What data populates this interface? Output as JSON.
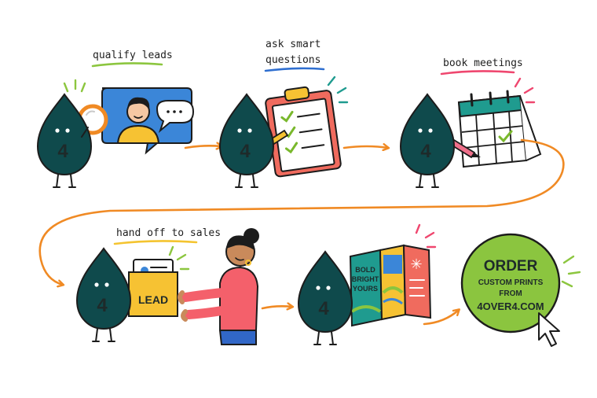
{
  "steps": [
    {
      "label": "qualify leads",
      "underline_color": "#8cc63f"
    },
    {
      "label_line1": "ask smart",
      "label_line2": "questions",
      "underline_color": "#2f6fd0"
    },
    {
      "label": "book meetings",
      "underline_color": "#ef476f"
    },
    {
      "label": "hand off to sales",
      "underline_color": "#f4c430"
    }
  ],
  "mascot": {
    "glyph": "4",
    "color": "#0f4a4c"
  },
  "envelope": {
    "label": "LEAD"
  },
  "brochure": {
    "line1": "BOLD",
    "line2": "BRIGHT",
    "line3": "YOURS"
  },
  "cta": {
    "line1": "ORDER",
    "line2": "CUSTOM PRINTS",
    "line3": "FROM",
    "line4": "4OVER4.COM",
    "color": "#8bc53f"
  },
  "colors": {
    "arrow": "#f08a24",
    "chat_bubble": "#3b86d8",
    "clipboard": "#f06b5e",
    "check": "#79b82c",
    "calendar_top": "#1f9b8f",
    "pen": "#ef6f8a",
    "envelope": "#f6c233",
    "person_shirt": "#f4606b",
    "person_pants": "#3167c7"
  }
}
